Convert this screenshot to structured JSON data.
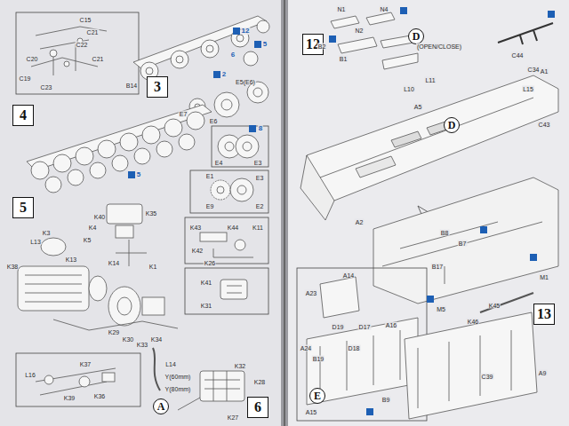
{
  "diagram": {
    "nodes": [
      {
        "text": [
          "3"
        ]
      },
      {
        "text": [
          "4"
        ]
      },
      {
        "text": [
          "5"
        ]
      },
      {
        "text": [
          "A"
        ]
      },
      {
        "text": [
          "6"
        ]
      },
      {
        "text": [
          "D"
        ]
      },
      {
        "text": [
          "12"
        ]
      },
      {
        "text": [
          "D"
        ]
      },
      {
        "text": [
          "E"
        ]
      },
      {
        "text": [
          "13"
        ]
      }
    ],
    "labels": [
      "C15",
      "C21",
      "C22",
      "C20",
      "C23",
      "C19",
      "C21",
      "B14",
      "E5(E6)",
      "E7",
      "E6",
      "2",
      "5",
      "12",
      "6",
      "8",
      "E4",
      "E3",
      "5",
      "E1",
      "E9",
      "E3",
      "E2",
      "K3",
      "K4",
      "K5",
      "L13",
      "K35",
      "K40",
      "K14",
      "K1",
      "K43",
      "K42",
      "K44",
      "K11",
      "K26",
      "K41",
      "K31",
      "K29",
      "K30",
      "K33",
      "K34",
      "K13",
      "K38",
      "K36",
      "K37",
      "K39",
      "L16",
      "L14",
      "Y(60mm)",
      "Y(80mm)",
      "K32",
      "K27",
      "K28",
      "N1",
      "N4",
      "N2",
      "B2",
      "(OPEN/CLOSE)",
      "C44",
      "C34",
      "L15",
      "B1",
      "L10",
      "L11",
      "A5",
      "A2",
      "A1",
      "C43",
      "B8",
      "B7",
      "B17",
      "M1",
      "A14",
      "A23",
      "A24",
      "B19",
      "A15",
      "D19",
      "D17",
      "A16",
      "D18",
      "B9",
      "M5",
      "K45",
      "K46",
      "A9",
      "C39"
    ]
  }
}
